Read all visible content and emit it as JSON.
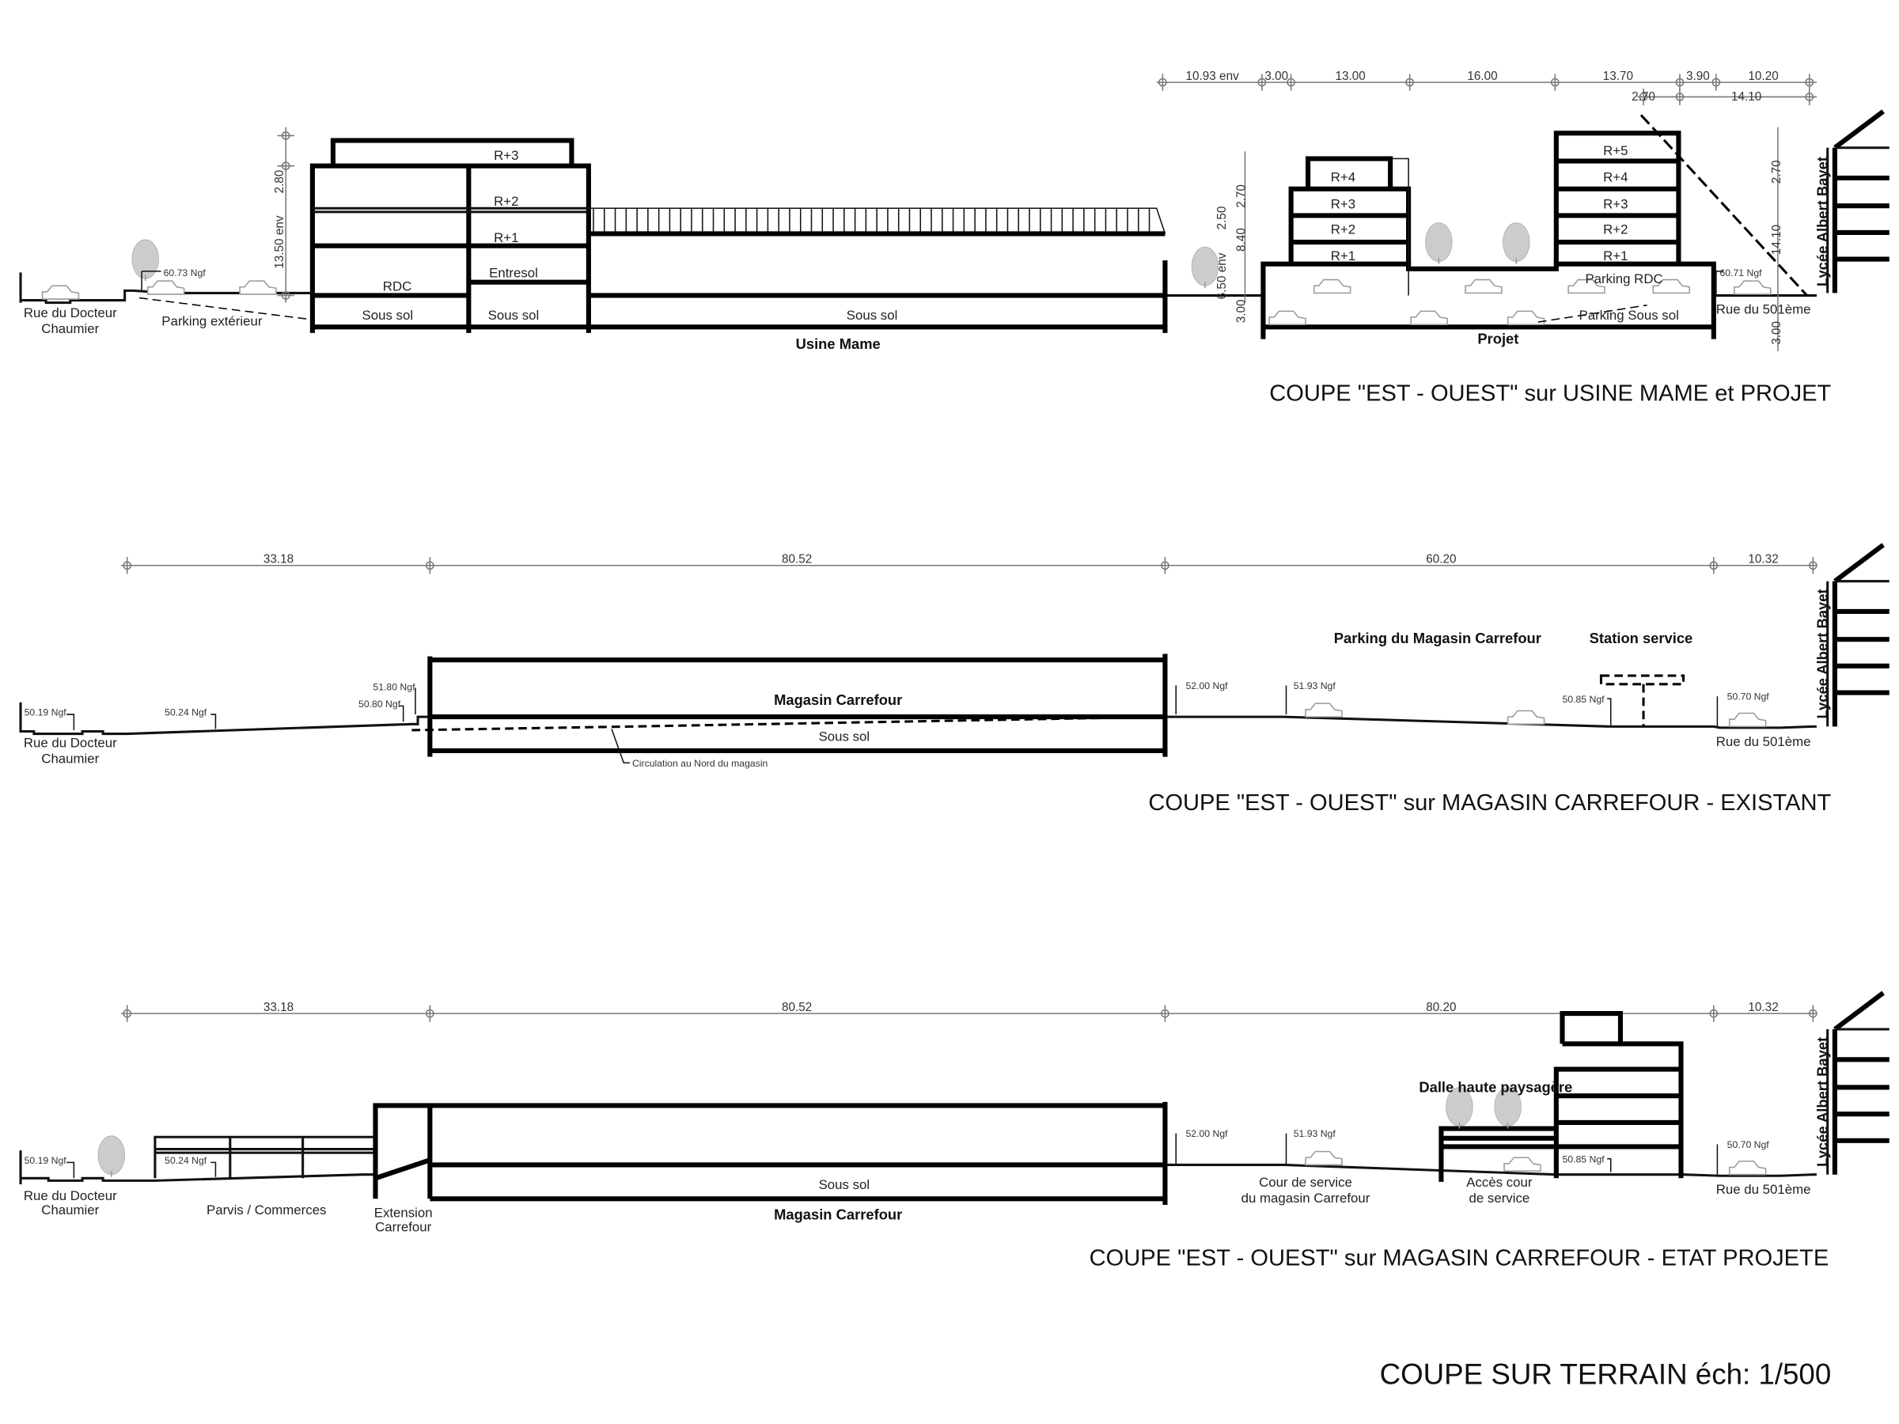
{
  "sheet_title": "COUPE SUR TERRAIN  éch: 1/500",
  "section1": {
    "title": "COUPE \"EST - OUEST\" sur USINE MAME et PROJET",
    "dims_top": [
      "10.93 env",
      "3.00",
      "13.00",
      "16.00",
      "13.70",
      "3.90",
      "10.20"
    ],
    "dims_second": [
      "2.70",
      "14.10"
    ],
    "dims_left_building": [
      "2.80",
      "13.50 env"
    ],
    "dims_project": [
      "2.70",
      "2.50",
      "8.40",
      "6.50 env",
      "3.00"
    ],
    "dims_right": [
      "2.70",
      "14.10",
      "3.00"
    ],
    "street_left": [
      "Rue du Docteur",
      "Chaumier"
    ],
    "level_left": "60.73 Ngf",
    "parking_ext": "Parking extérieur",
    "floors_left": {
      "r3": "R+3",
      "r2": "R+2",
      "r1": "R+1",
      "entresol": "Entresol",
      "rdc": "RDC",
      "ss1": "Sous sol",
      "ss2": "Sous sol"
    },
    "usine_ss": "Sous sol",
    "usine": "Usine Mame",
    "tower_left": [
      "R+4",
      "R+3",
      "R+2",
      "R+1"
    ],
    "tower_right": [
      "R+5",
      "R+4",
      "R+3",
      "R+2",
      "R+1"
    ],
    "parking_rdc": "Parking RDC",
    "parking_ss": "Parking Sous sol",
    "projet": "Projet",
    "level_right": "60.71 Ngf",
    "street_right": "Rue du 501ème",
    "lycee": "Lycée Albert Bayet"
  },
  "section2": {
    "title": "COUPE \"EST - OUEST\" sur MAGASIN CARREFOUR - EXISTANT",
    "dims": [
      "33.18",
      "80.52",
      "60.20",
      "10.32"
    ],
    "levels": [
      "50.19 Ngf",
      "50.24 Ngf",
      "51.80 Ngf",
      "50.80 Ngf",
      "52.00 Ngf",
      "51.93 Ngf",
      "50.85 Ngf",
      "50.70 Ngf"
    ],
    "street_left": [
      "Rue du Docteur",
      "Chaumier"
    ],
    "magasin": "Magasin Carrefour",
    "sous_sol": "Sous sol",
    "circulation": "Circulation au Nord du magasin",
    "parking": "Parking du Magasin Carrefour",
    "station": "Station service",
    "street_right": "Rue du 501ème",
    "lycee": "Lycée Albert Bayet"
  },
  "section3": {
    "title": "COUPE \"EST - OUEST\" sur MAGASIN CARREFOUR - ETAT PROJETE",
    "dims": [
      "33.18",
      "80.52",
      "80.20",
      "10.32"
    ],
    "levels": [
      "50.19 Ngf",
      "50.24 Ngf",
      "52.00 Ngf",
      "51.93 Ngf",
      "50.85 Ngf",
      "50.70 Ngf"
    ],
    "street_left": [
      "Rue du Docteur",
      "Chaumier"
    ],
    "parvis": "Parvis / Commerces",
    "extension": [
      "Extension",
      "Carrefour"
    ],
    "sous_sol": "Sous sol",
    "magasin": "Magasin Carrefour",
    "cour": [
      "Cour de service",
      "du magasin Carrefour"
    ],
    "acces": [
      "Accès cour",
      "de service"
    ],
    "dalle": "Dalle haute paysagère",
    "street_right": "Rue du 501ème",
    "lycee": "Lycée Albert Bayet"
  }
}
